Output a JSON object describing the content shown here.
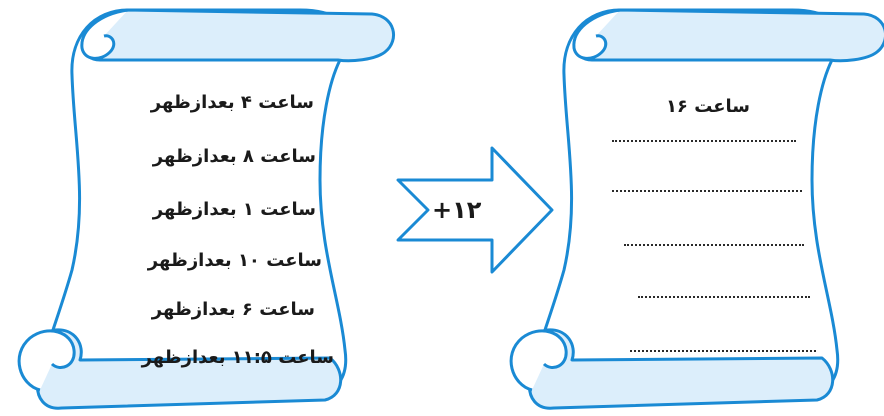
{
  "left_scroll": {
    "items": [
      "ساعت ۴ بعدازظهر",
      "ساعت  ۸ بعدازظهر",
      "ساعت  ۱ بعدازظهر",
      "ساعت  ۱۰ بعدازظهر",
      "ساعت ۶ بعدازظهر",
      "ساعت ۱۱:۵ بعدازظهر"
    ]
  },
  "arrow": {
    "label": "+۱۲"
  },
  "right_scroll": {
    "answer": "ساعت ۱۶",
    "blank_count": 5
  },
  "colors": {
    "outline": "#1a8ad4",
    "scroll_fill": "#ffffff",
    "roll_fill": "#dceefb",
    "arrow_fill": "#ffffff"
  }
}
